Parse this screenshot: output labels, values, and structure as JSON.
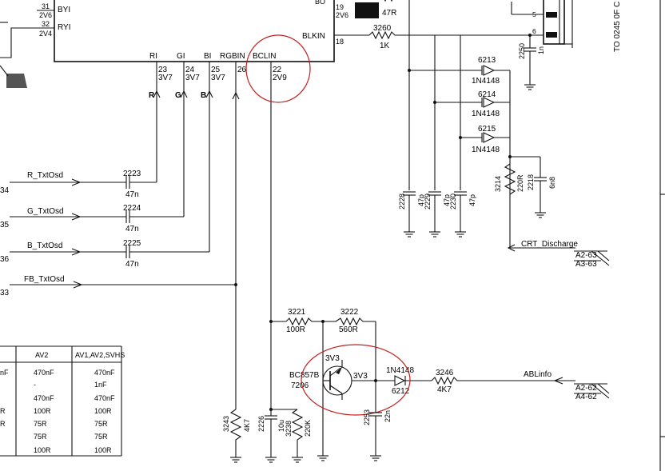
{
  "colors": {
    "ink": "#111111",
    "annotation": "#c0201e",
    "paper": "#ffffff"
  },
  "ic": {
    "pins_top_left": [
      {
        "num": "31",
        "volt": "2V6",
        "name": "BYI"
      },
      {
        "num": "32",
        "volt": "2V4",
        "name": "RYI"
      }
    ],
    "pins_right": [
      {
        "label": "BO",
        "num": "19",
        "volt": "2V6"
      },
      {
        "label": "BLKIN",
        "num": "18"
      }
    ],
    "pins_bottom": [
      {
        "name": "RI",
        "num": "23",
        "volt": "3V7"
      },
      {
        "name": "GI",
        "num": "24",
        "volt": "3V7"
      },
      {
        "name": "BI",
        "num": "25",
        "volt": "3V7"
      },
      {
        "name": "RGBIN",
        "num": "26"
      },
      {
        "name": "BCLIN",
        "num": "22",
        "volt": "2V9"
      }
    ]
  },
  "arrow_letters": [
    "R",
    "G",
    "B"
  ],
  "signals_left": [
    {
      "pin": "34",
      "name": "R_TxtOsd",
      "cap": "2223",
      "val": "47n"
    },
    {
      "pin": "35",
      "name": "G_TxtOsd",
      "cap": "2224",
      "val": "47n"
    },
    {
      "pin": "36",
      "name": "B_TxtOsd",
      "cap": "2225",
      "val": "47n"
    },
    {
      "pin": "33",
      "name": "FB_TxtOsd"
    }
  ],
  "components": {
    "r47": {
      "val": "47R"
    },
    "r3260": {
      "ref": "3260",
      "val": "1K"
    },
    "c2250": {
      "ref": "2250",
      "val": "1n"
    },
    "connector": {
      "pin5": "5",
      "pin6": "6",
      "label": "TO 0245 0F C"
    },
    "diodes": [
      {
        "ref": "6213",
        "type": "1N4148"
      },
      {
        "ref": "6214",
        "type": "1N4148"
      },
      {
        "ref": "6215",
        "type": "1N4148"
      }
    ],
    "caps_47p": [
      {
        "ref": "2228",
        "val": "47p"
      },
      {
        "ref": "2229",
        "val": "47p"
      },
      {
        "ref": "2230",
        "val": "47p"
      }
    ],
    "r3214": {
      "ref": "3214",
      "val": "220R"
    },
    "c2218": {
      "ref": "2218",
      "val": "6n8"
    },
    "crt": {
      "name": "CRT_Discharge",
      "ref1": "A2-63",
      "ref2": "A3-63"
    },
    "r3221": {
      "ref": "3221",
      "val": "100R"
    },
    "r3222": {
      "ref": "3222",
      "val": "560R"
    },
    "transistor": {
      "type": "BC857B",
      "ref": "7206",
      "emitter_v": "3V3",
      "collector_v": "3V3"
    },
    "d6212": {
      "type": "1N4148",
      "ref": "6212"
    },
    "r3246": {
      "ref": "3246",
      "val": "4K7"
    },
    "abl": {
      "name": "ABLinfo",
      "ref1": "A2-62",
      "ref2": "A4-62"
    },
    "r3243": {
      "ref": "3243",
      "val": "4K7"
    },
    "c2226": {
      "ref": "2226",
      "val": "10u"
    },
    "r3238": {
      "ref": "3238",
      "val": "220K"
    },
    "c2253": {
      "ref": "2253",
      "val": "22n"
    }
  },
  "table": {
    "headers": [
      "",
      "AV2",
      "AV1,AV2,SVHS"
    ],
    "rows": [
      [
        "nF",
        "470nF",
        "470nF"
      ],
      [
        "",
        "-",
        "1nF"
      ],
      [
        "",
        "470nF",
        "470nF"
      ],
      [
        "R",
        "100R",
        "100R"
      ],
      [
        "R",
        "75R",
        "75R"
      ],
      [
        "",
        "75R",
        "75R"
      ],
      [
        "",
        "100R",
        "100R"
      ]
    ]
  }
}
